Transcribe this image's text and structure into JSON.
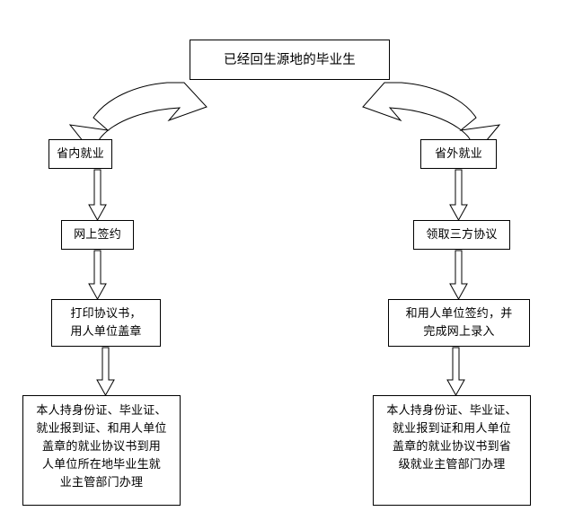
{
  "diagram": {
    "title_node": {
      "label": "已经回生源地的毕业生"
    },
    "branches": [
      {
        "name": "in-province",
        "steps": [
          {
            "label": "省内就业"
          },
          {
            "label": "网上签约"
          },
          {
            "label": "打印协议书，\n用人单位盖章"
          },
          {
            "label": "本人持身份证、毕业证、\n就业报到证、和用人单位\n盖章的就业协议书到用\n人单位所在地毕业生就\n业主管部门办理"
          }
        ]
      },
      {
        "name": "out-of-province",
        "steps": [
          {
            "label": "省外就业"
          },
          {
            "label": "领取三方协议"
          },
          {
            "label": "和用人单位签约，并\n完成网上录入"
          },
          {
            "label": "本人持身份证、毕业证、\n就业报到证和用人单位\n盖章的就业协议书到省\n级就业主管部门办理"
          }
        ]
      }
    ],
    "colors": {
      "stroke": "#000000",
      "fill": "#ffffff",
      "text": "#000000"
    }
  }
}
